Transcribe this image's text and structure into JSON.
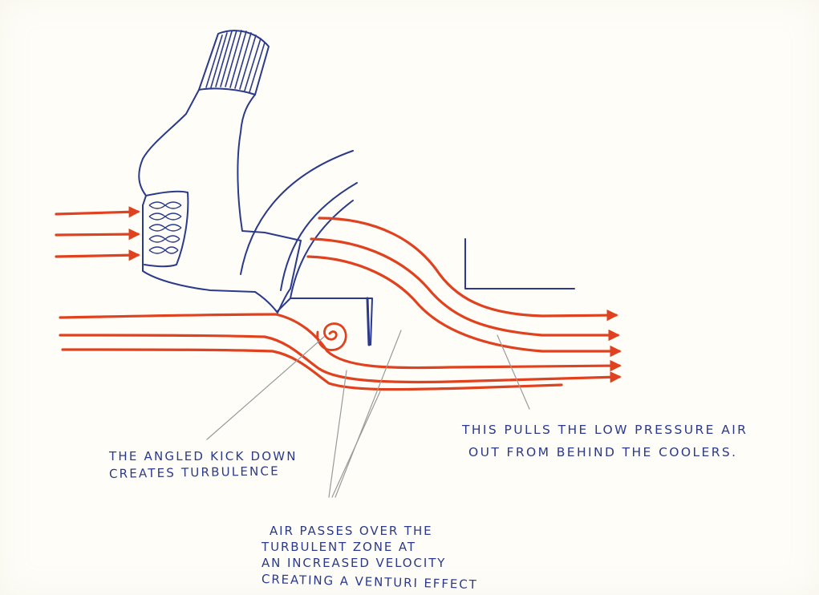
{
  "annotations": {
    "turbulence": {
      "line1": "THE ANGLED KICK DOWN",
      "line2": "CREATES TURBULENCE"
    },
    "low_pressure": {
      "line1": "THIS PULLS THE LOW PRESSURE AIR",
      "line2": "OUT FROM BEHIND THE COOLERS."
    },
    "venturi": {
      "line1": "AIR PASSES OVER THE",
      "line2": "TURBULENT ZONE AT",
      "line3": "AN INCREASED VELOCITY",
      "line4": "CREATING A VENTURI EFFECT"
    }
  },
  "colors": {
    "airflow": "#e0421f",
    "ink": "#2b3a8a",
    "pointer": "#9a9a9a"
  }
}
